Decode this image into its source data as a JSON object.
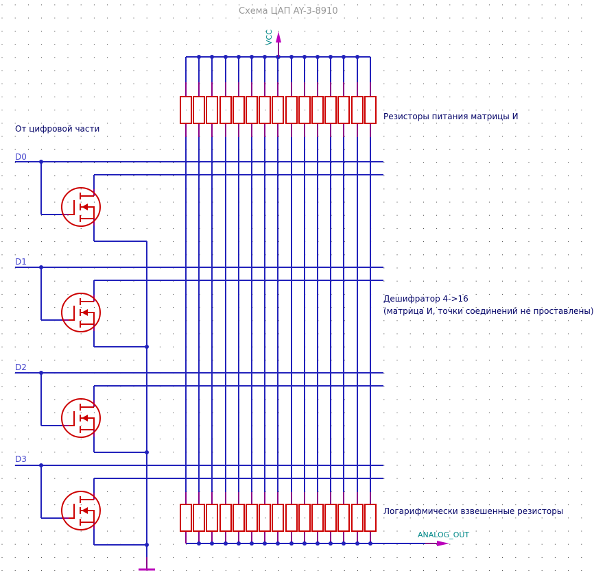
{
  "title": "Схема ЦАП AY-3-8910",
  "power_label": "VCC",
  "output_label": "ANALOG_OUT",
  "input_section_label": "От цифровой части",
  "inputs": [
    {
      "name": "D0"
    },
    {
      "name": "D1"
    },
    {
      "name": "D2"
    },
    {
      "name": "D3"
    }
  ],
  "annotations": {
    "top_resistors": "Резисторы питания матрицы И",
    "decoder_line1": "Дешифратор 4->16",
    "decoder_line2": "(матрица И, точки соединений не проставлены)",
    "bottom_resistors": "Логарифмически взвешенные резисторы"
  },
  "decoder": {
    "inputs": 4,
    "outputs": 16
  },
  "top_resistor_count": 15,
  "bottom_resistor_count": 15,
  "transistor_count": 4,
  "colors": {
    "wire": "#2222bb",
    "component": "#cc0000",
    "pin": "#880088",
    "power": "#bb00bb",
    "net_label": "#008888",
    "title": "#888888",
    "text": "#000066",
    "grid": "#000000"
  }
}
